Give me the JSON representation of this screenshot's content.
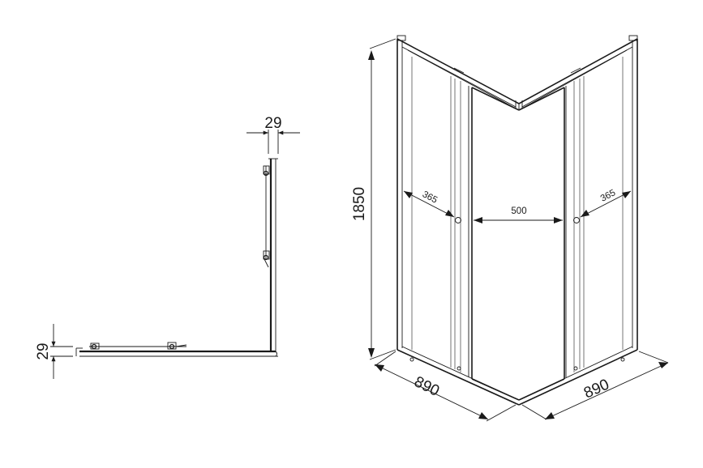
{
  "plan_view": {
    "wall_thickness_top": "29",
    "wall_thickness_left": "29"
  },
  "iso_view": {
    "height": "1850",
    "width_left": "890",
    "width_right": "890",
    "entry_left": "365",
    "entry_center": "500",
    "entry_right": "365"
  },
  "colors": {
    "line": "#1a1a1a",
    "background": "#ffffff"
  }
}
